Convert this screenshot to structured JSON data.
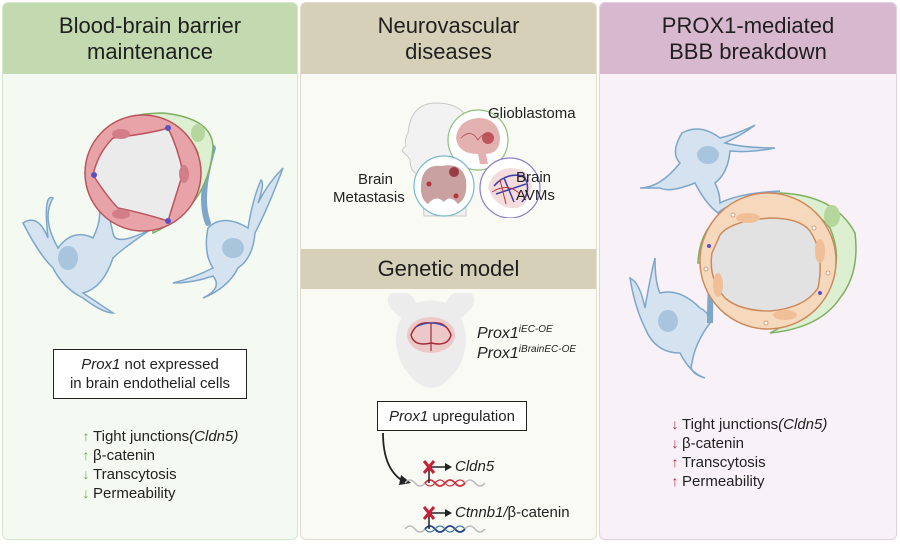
{
  "panels": {
    "left": {
      "title_line1": "Blood-brain barrier",
      "title_line2": "maintenance",
      "box_italic": "Prox1",
      "box_rest": " not expressed",
      "box_line2": "in brain endothelial cells",
      "effects": [
        {
          "direction": "up",
          "text": "Tight junctions ",
          "italic": "(Cldn5)"
        },
        {
          "direction": "up",
          "text": "β-catenin",
          "italic": ""
        },
        {
          "direction": "down",
          "text": "Transcytosis",
          "italic": ""
        },
        {
          "direction": "down",
          "text": "Permeability",
          "italic": ""
        }
      ],
      "arrow_color": "#6aa84f"
    },
    "middle": {
      "title_line1": "Neurovascular",
      "title_line2": "diseases",
      "diseases": {
        "glioblastoma": "Glioblastoma",
        "metastasis_line1": "Brain",
        "metastasis_line2": "Metastasis",
        "avms_line1": "Brain",
        "avms_line2": "AVMs"
      },
      "subtitle": "Genetic model",
      "models": [
        {
          "gene": "Prox1",
          "superscript": "iEC-OE"
        },
        {
          "gene": "Prox1",
          "superscript": "iBrainEC-OE"
        }
      ],
      "box_italic": "Prox1",
      "box_rest": " upregulation",
      "targets": [
        {
          "gene_italic": "Cldn5",
          "suffix": ""
        },
        {
          "gene_italic": "Ctnnb1/",
          "suffix": "β-catenin"
        }
      ]
    },
    "right": {
      "title_line1": "PROX1-mediated",
      "title_line2": "BBB breakdown",
      "effects": [
        {
          "direction": "down",
          "text": "Tight junctions ",
          "italic": "(Cldn5)"
        },
        {
          "direction": "down",
          "text": "β-catenin",
          "italic": ""
        },
        {
          "direction": "up",
          "text": "Transcytosis",
          "italic": ""
        },
        {
          "direction": "up",
          "text": "Permeability",
          "italic": ""
        }
      ],
      "arrow_color": "#c0243b"
    }
  },
  "icons": {
    "up": "↑",
    "down": "↓"
  },
  "colors": {
    "left_header": "#c3d9b0",
    "middle_header": "#d6d0b8",
    "right_header": "#d8b8cf",
    "endothelium_healthy": "#e8a3a8",
    "endothelium_leaky": "#f6d9bd",
    "pericyte": "#dcefd0",
    "astrocyte": "#d4e3ef"
  }
}
